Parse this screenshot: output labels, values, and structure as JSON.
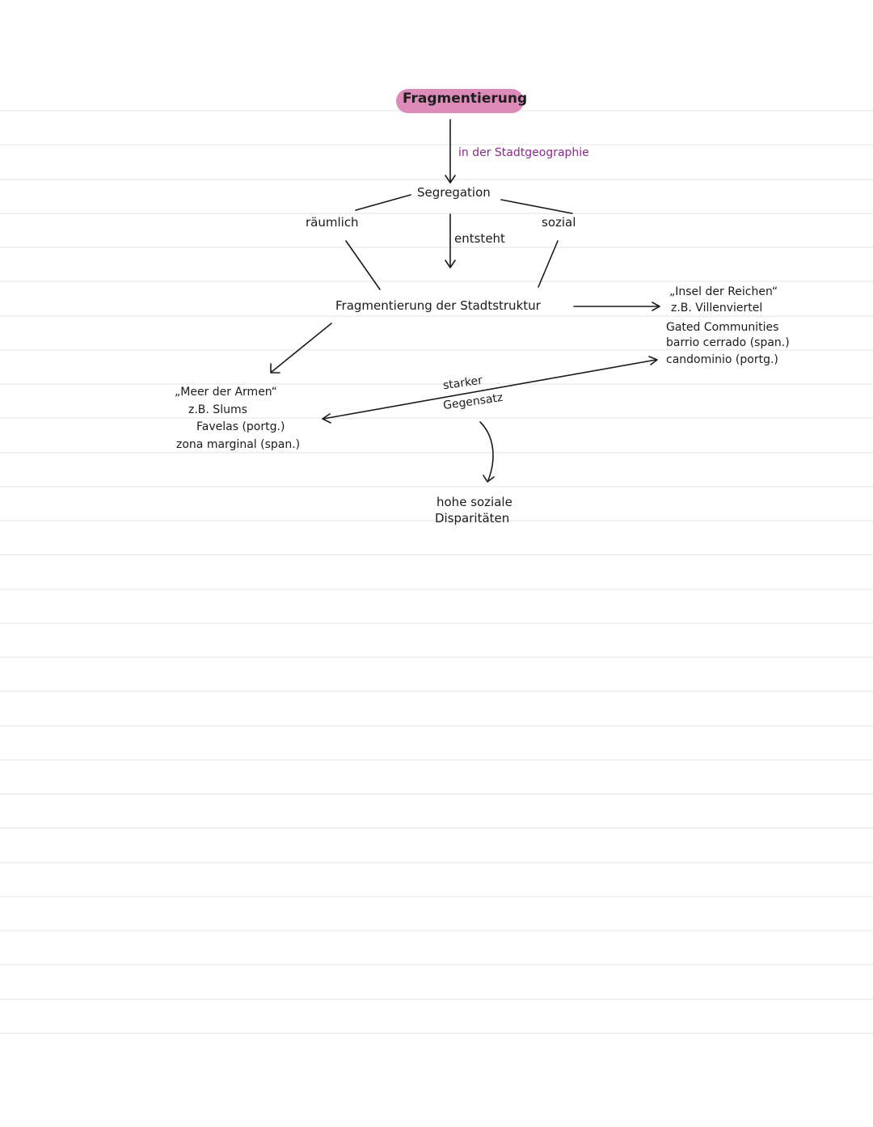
{
  "title": "Fragmentierung",
  "annotation_top": "in der Stadtgeographie",
  "segregation": "Segregation",
  "left_branch": "räumlich",
  "right_branch": "sozial",
  "middle_arrow": "entsteht",
  "center": "Fragmentierung der Stadtstruktur",
  "rich": {
    "title": "„Insel der Reichen“",
    "lines": [
      "z.B. Villenviertel",
      "Gated Communities",
      "barrio cerrado (span.)",
      "candominio (portg.)"
    ]
  },
  "poor": {
    "title": "„Meer der Armen“",
    "lines": [
      "z.B. Slums",
      "Favelas (portg.)",
      "zona marginal (span.)"
    ]
  },
  "contrast": {
    "line1": "starker",
    "line2": "Gegensatz"
  },
  "result": {
    "line1": "hohe soziale",
    "line2": "Disparitäten"
  },
  "colors": {
    "accent": "#dd8bb8",
    "purple_text": "#8c2a8c",
    "ink": "#1a1a1a",
    "ruling": "#e4e4e4"
  }
}
